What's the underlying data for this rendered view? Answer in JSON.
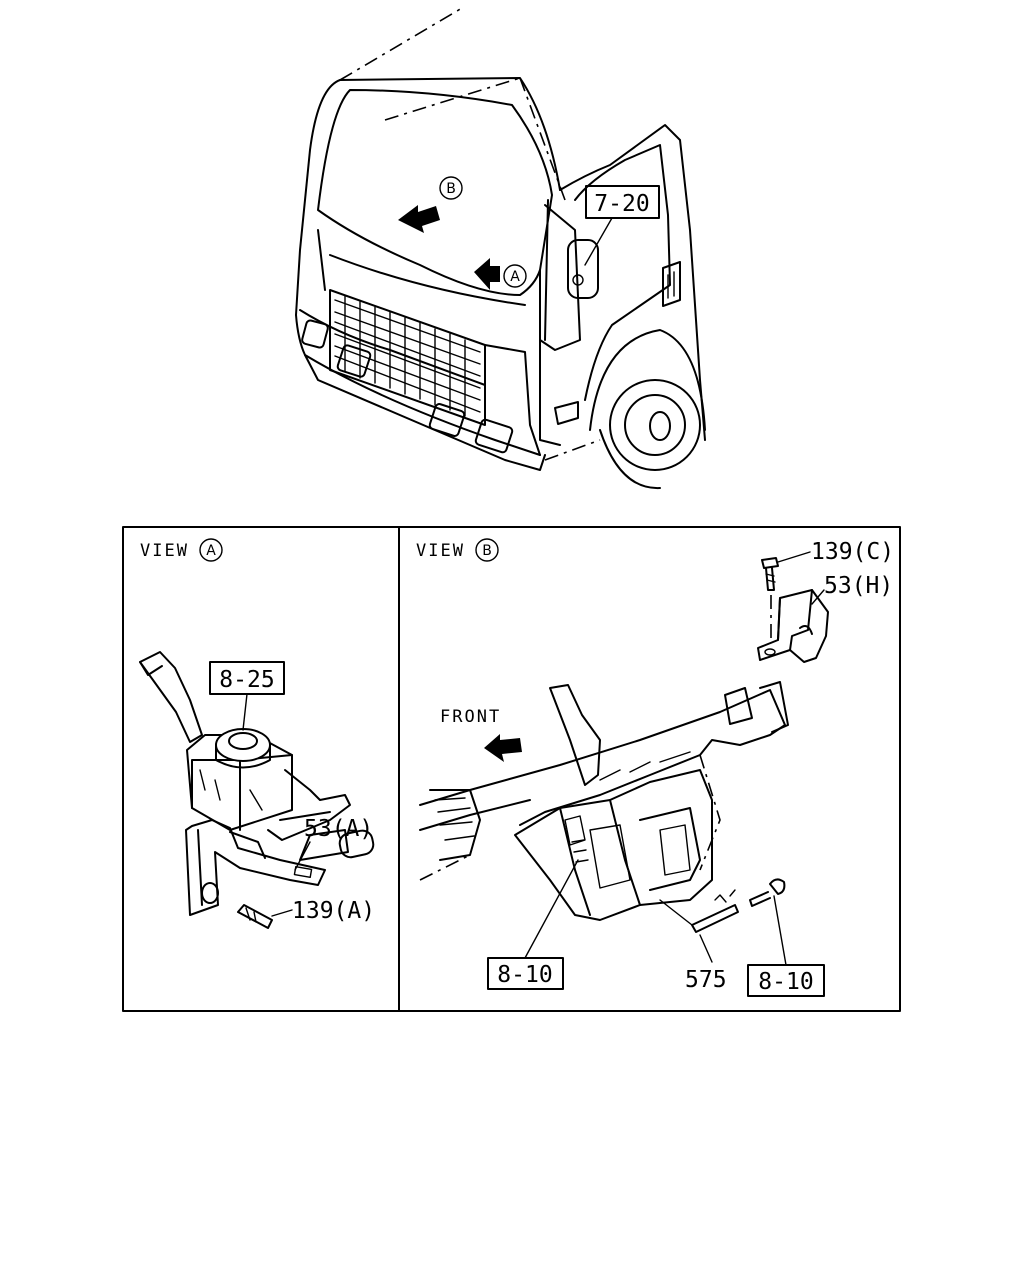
{
  "top_view": {
    "ref_box": "7-20",
    "view_b_marker": "B",
    "view_a_marker": "A"
  },
  "panel_a": {
    "title": "VIEW",
    "title_marker": "A",
    "ref_box": "8-25",
    "part_bracket": "53(A)",
    "part_bolt": "139(A)"
  },
  "panel_b": {
    "title": "VIEW",
    "title_marker": "B",
    "front_label": "FRONT",
    "part_bolt": "139(C)",
    "part_bracket": "53(H)",
    "ref_box_left": "8-10",
    "part_575": "575",
    "ref_box_right": "8-10"
  }
}
